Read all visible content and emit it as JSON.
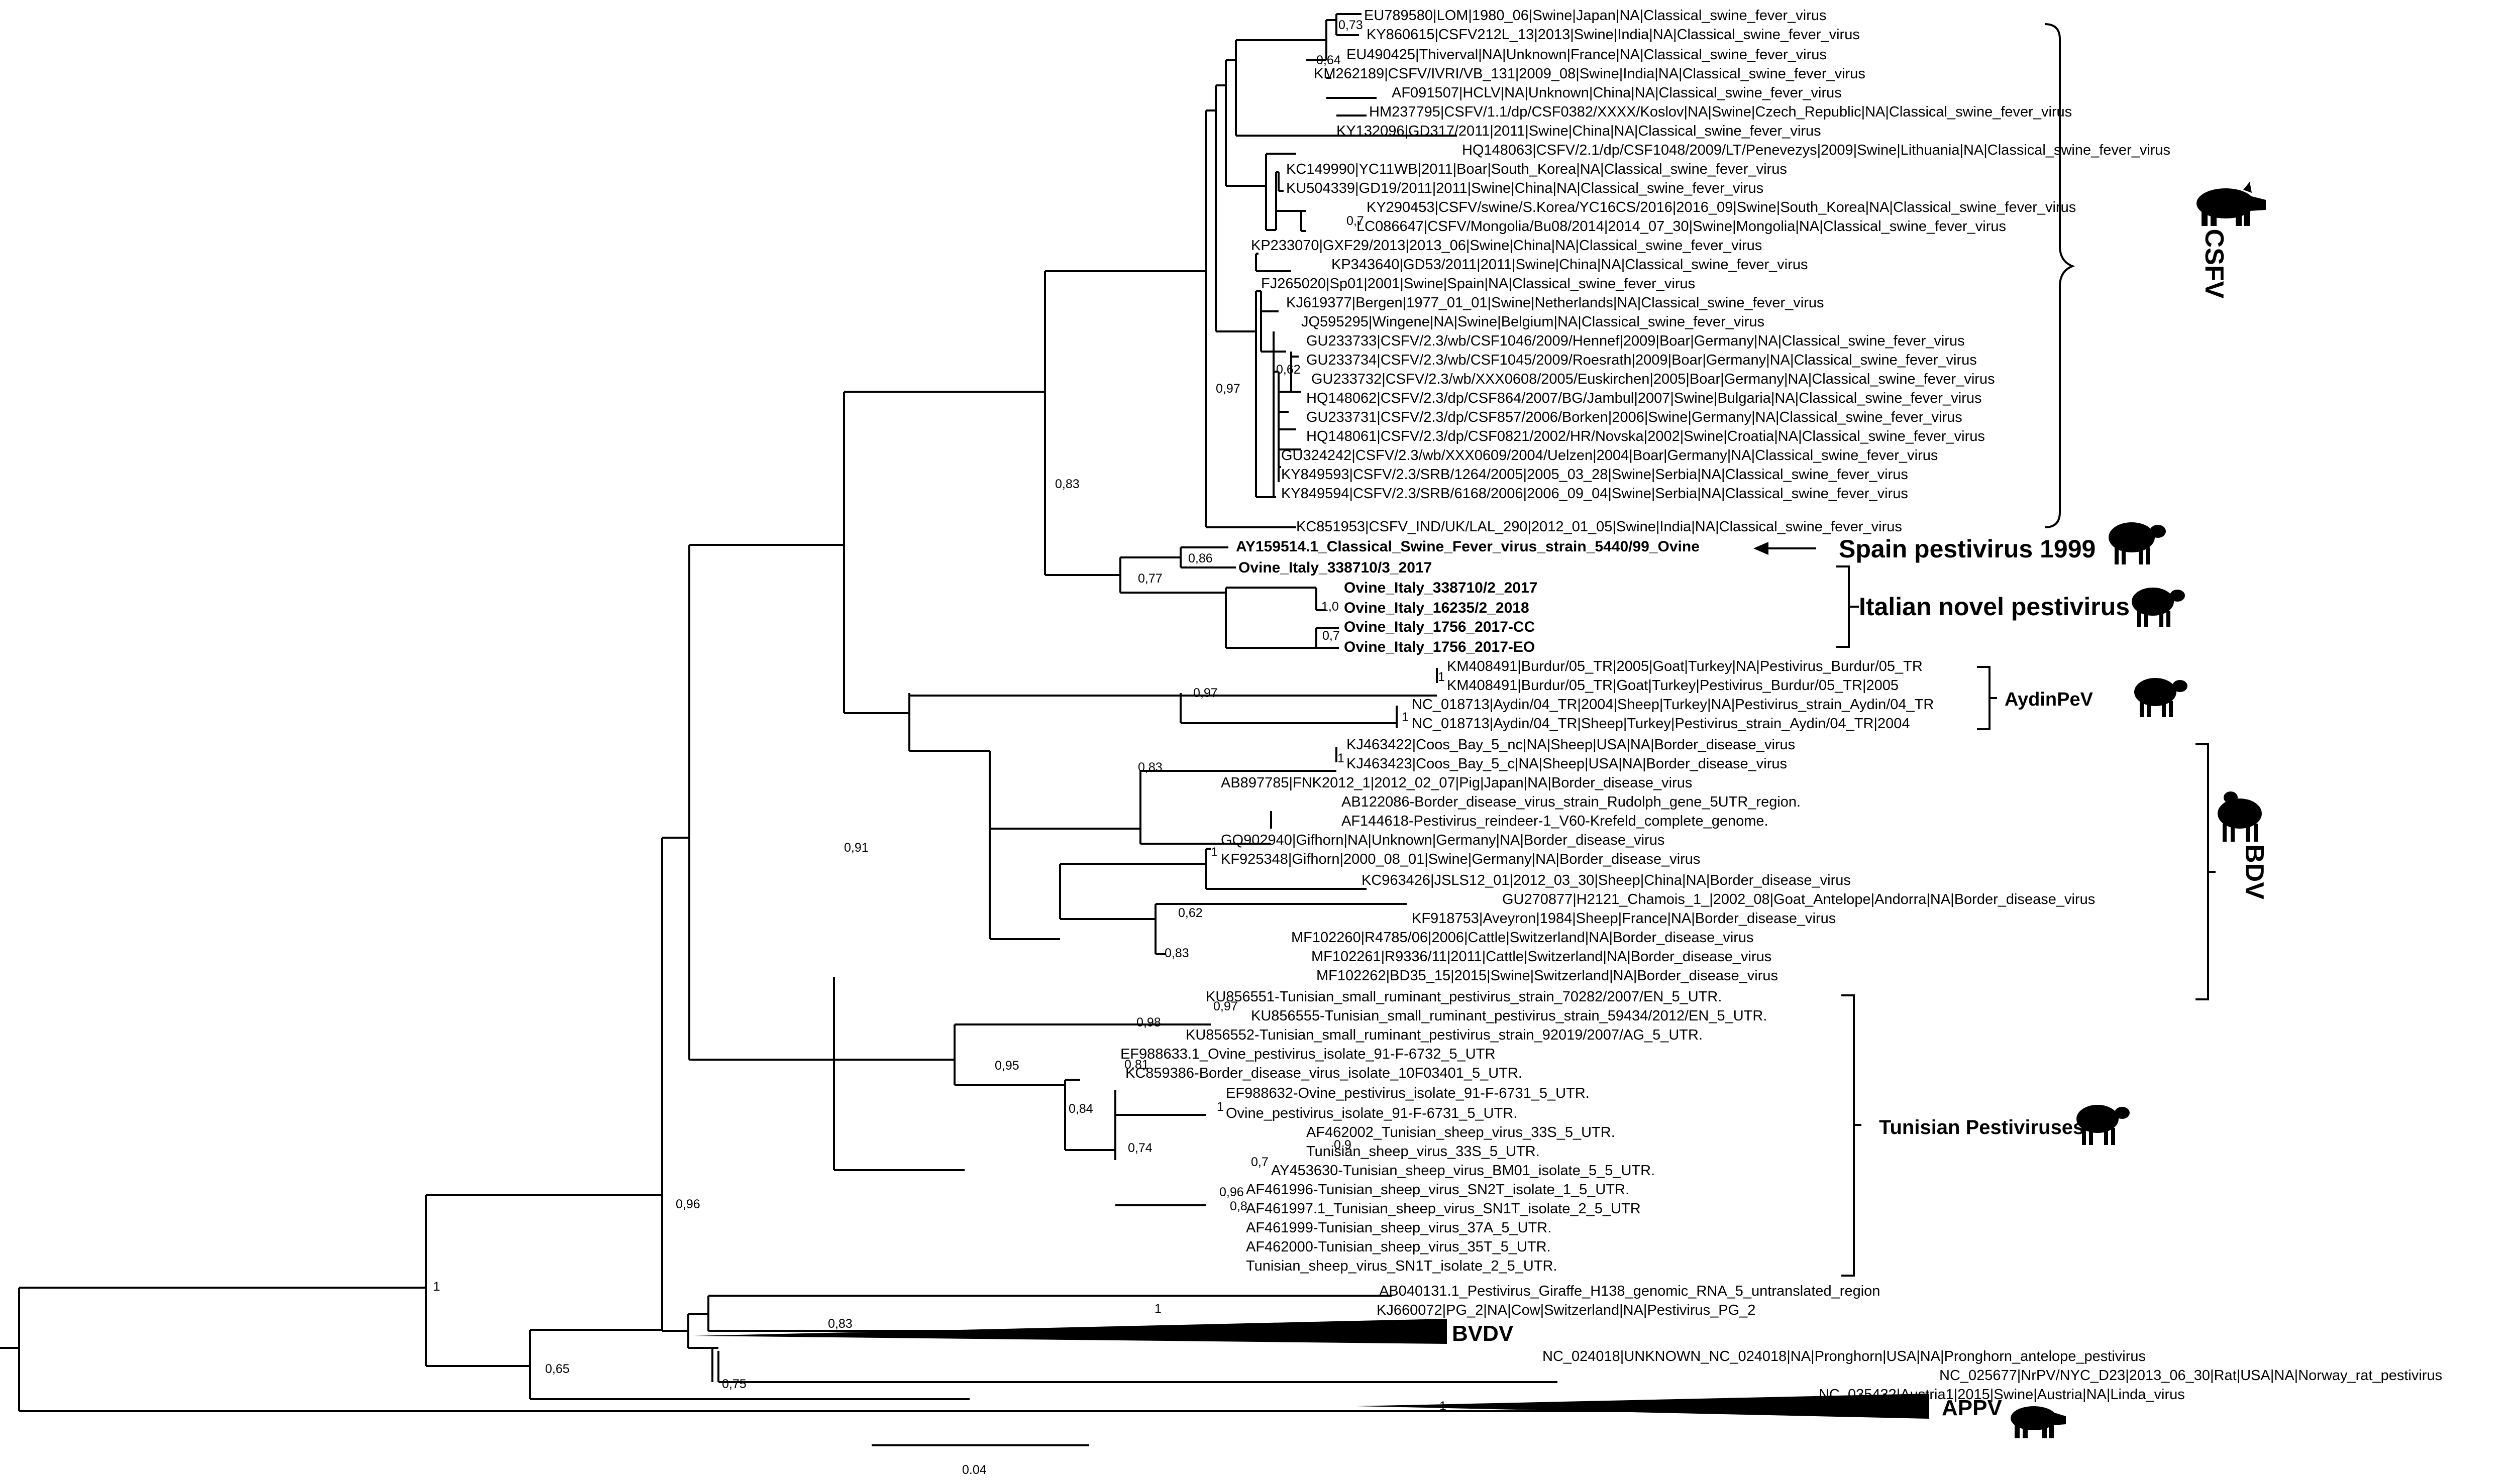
{
  "tips": {
    "t1": "EU789580|LOM|1980_06|Swine|Japan|NA|Classical_swine_fever_virus",
    "t2": "KY860615|CSFV212L_13|2013|Swine|India|NA|Classical_swine_fever_virus",
    "t3": "EU490425|Thiverval|NA|Unknown|France|NA|Classical_swine_fever_virus",
    "t4": "KM262189|CSFV/IVRI/VB_131|2009_08|Swine|India|NA|Classical_swine_fever_virus",
    "t5": "AF091507|HCLV|NA|Unknown|China|NA|Classical_swine_fever_virus",
    "t6": "HM237795|CSFV/1.1/dp/CSF0382/XXXX/Koslov|NA|Swine|Czech_Republic|NA|Classical_swine_fever_virus",
    "t7": "KY132096|GD317/2011|2011|Swine|China|NA|Classical_swine_fever_virus",
    "t8": "HQ148063|CSFV/2.1/dp/CSF1048/2009/LT/Penevezys|2009|Swine|Lithuania|NA|Classical_swine_fever_virus",
    "t9": "KC149990|YC11WB|2011|Boar|South_Korea|NA|Classical_swine_fever_virus",
    "t10": "KU504339|GD19/2011|2011|Swine|China|NA|Classical_swine_fever_virus",
    "t11": "KY290453|CSFV/swine/S.Korea/YC16CS/2016|2016_09|Swine|South_Korea|NA|Classical_swine_fever_virus",
    "t12": "LC086647|CSFV/Mongolia/Bu08/2014|2014_07_30|Swine|Mongolia|NA|Classical_swine_fever_virus",
    "t13": "KP233070|GXF29/2013|2013_06|Swine|China|NA|Classical_swine_fever_virus",
    "t14": "KP343640|GD53/2011|2011|Swine|China|NA|Classical_swine_fever_virus",
    "t15": "FJ265020|Sp01|2001|Swine|Spain|NA|Classical_swine_fever_virus",
    "t16": "KJ619377|Bergen|1977_01_01|Swine|Netherlands|NA|Classical_swine_fever_virus",
    "t17": "JQ595295|Wingene|NA|Swine|Belgium|NA|Classical_swine_fever_virus",
    "t18": "GU233733|CSFV/2.3/wb/CSF1046/2009/Hennef|2009|Boar|Germany|NA|Classical_swine_fever_virus",
    "t19": "GU233734|CSFV/2.3/wb/CSF1045/2009/Roesrath|2009|Boar|Germany|NA|Classical_swine_fever_virus",
    "t20": "GU233732|CSFV/2.3/wb/XXX0608/2005/Euskirchen|2005|Boar|Germany|NA|Classical_swine_fever_virus",
    "t21": "HQ148062|CSFV/2.3/dp/CSF864/2007/BG/Jambul|2007|Swine|Bulgaria|NA|Classical_swine_fever_virus",
    "t22": "GU233731|CSFV/2.3/dp/CSF857/2006/Borken|2006|Swine|Germany|NA|Classical_swine_fever_virus",
    "t23": "HQ148061|CSFV/2.3/dp/CSF0821/2002/HR/Novska|2002|Swine|Croatia|NA|Classical_swine_fever_virus",
    "t24": "GU324242|CSFV/2.3/wb/XXX0609/2004/Uelzen|2004|Boar|Germany|NA|Classical_swine_fever_virus",
    "t25": "KY849593|CSFV/2.3/SRB/1264/2005|2005_03_28|Swine|Serbia|NA|Classical_swine_fever_virus",
    "t26": "KY849594|CSFV/2.3/SRB/6168/2006|2006_09_04|Swine|Serbia|NA|Classical_swine_fever_virus",
    "t27": "KC851953|CSFV_IND/UK/LAL_290|2012_01_05|Swine|India|NA|Classical_swine_fever_virus",
    "t28": "AY159514.1_Classical_Swine_Fever_virus_strain_5440/99_Ovine",
    "t29": "Ovine_Italy_338710/3_2017",
    "t30": "Ovine_Italy_338710/2_2017",
    "t31": "Ovine_Italy_16235/2_2018",
    "t32": "Ovine_Italy_1756_2017-CC",
    "t33": "Ovine_Italy_1756_2017-EO",
    "t34": "KM408491|Burdur/05_TR|2005|Goat|Turkey|NA|Pestivirus_Burdur/05_TR",
    "t35": "KM408491|Burdur/05_TR|Goat|Turkey|Pestivirus_Burdur/05_TR|2005",
    "t36": "NC_018713|Aydin/04_TR|2004|Sheep|Turkey|NA|Pestivirus_strain_Aydin/04_TR",
    "t37": "NC_018713|Aydin/04_TR|Sheep|Turkey|Pestivirus_strain_Aydin/04_TR|2004",
    "t38": "KJ463422|Coos_Bay_5_nc|NA|Sheep|USA|NA|Border_disease_virus",
    "t39": "KJ463423|Coos_Bay_5_c|NA|Sheep|USA|NA|Border_disease_virus",
    "t40": "AB897785|FNK2012_1|2012_02_07|Pig|Japan|NA|Border_disease_virus",
    "t41": "AB122086-Border_disease_virus_strain_Rudolph_gene_5UTR_region.",
    "t42": "AF144618-Pestivirus_reindeer-1_V60-Krefeld_complete_genome.",
    "t43": "GQ902940|Gifhorn|NA|Unknown|Germany|NA|Border_disease_virus",
    "t44": "KF925348|Gifhorn|2000_08_01|Swine|Germany|NA|Border_disease_virus",
    "t45": "KC963426|JSLS12_01|2012_03_30|Sheep|China|NA|Border_disease_virus",
    "t46": "GU270877|H2121_Chamois_1_|2002_08|Goat_Antelope|Andorra|NA|Border_disease_virus",
    "t47": "KF918753|Aveyron|1984|Sheep|France|NA|Border_disease_virus",
    "t48": "MF102260|R4785/06|2006|Cattle|Switzerland|NA|Border_disease_virus",
    "t49": "MF102261|R9336/11|2011|Cattle|Switzerland|NA|Border_disease_virus",
    "t50": "MF102262|BD35_15|2015|Swine|Switzerland|NA|Border_disease_virus",
    "t51": "KU856551-Tunisian_small_ruminant_pestivirus_strain_70282/2007/EN_5_UTR.",
    "t52": "KU856555-Tunisian_small_ruminant_pestivirus_strain_59434/2012/EN_5_UTR.",
    "t53": "KU856552-Tunisian_small_ruminant_pestivirus_strain_92019/2007/AG_5_UTR.",
    "t54": "EF988633.1_Ovine_pestivirus_isolate_91-F-6732_5_UTR",
    "t55": "KC859386-Border_disease_virus_isolate_10F03401_5_UTR.",
    "t56": "EF988632-Ovine_pestivirus_isolate_91-F-6731_5_UTR.",
    "t57": "Ovine_pestivirus_isolate_91-F-6731_5_UTR.",
    "t58": "AF462002_Tunisian_sheep_virus_33S_5_UTR.",
    "t59": "Tunisian_sheep_virus_33S_5_UTR.",
    "t60": "AY453630-Tunisian_sheep_virus_BM01_isolate_5_5_UTR.",
    "t61": "AF461996-Tunisian_sheep_virus_SN2T_isolate_1_5_UTR.",
    "t62": "AF461997.1_Tunisian_sheep_virus_SN1T_isolate_2_5_UTR",
    "t63": "AF461999-Tunisian_sheep_virus_37A_5_UTR.",
    "t64": "AF462000-Tunisian_sheep_virus_35T_5_UTR.",
    "t65": "Tunisian_sheep_virus_SN1T_isolate_2_5_UTR.",
    "t66": "AB040131.1_Pestivirus_Giraffe_H138_genomic_RNA_5_untranslated_region",
    "t67": "KJ660072|PG_2|NA|Cow|Switzerland|NA|Pestivirus_PG_2",
    "t68": "NC_024018|UNKNOWN_NC_024018|NA|Pronghorn|USA|NA|Pronghorn_antelope_pestivirus",
    "t69": "NC_025677|NrPV/NYC_D23|2013_06_30|Rat|USA|NA|Norway_rat_pestivirus",
    "t70": "NC_035432|Austria1|2015|Swine|Austria|NA|Linda_virus"
  },
  "support": {
    "s1": "0,73",
    "s2": "0,64",
    "s3": "0,7",
    "s4": "0,62",
    "s5": "0,97",
    "s6": "0,83",
    "s7": "0,86",
    "s8": "0,77",
    "s9": "1,0",
    "s10": "0,7",
    "s11": "0,97",
    "s12": "0,83",
    "s13": "1",
    "s14": "1",
    "s15": "1",
    "s16": "1",
    "s17": "0,62",
    "s18": "0,83",
    "s19": "0,91",
    "s20": "0,97",
    "s21": "0,98",
    "s22": "0,95",
    "s23": "0,81",
    "s24": "0,84",
    "s25": "1",
    "s26": "0,74",
    "s27": "0,9",
    "s28": "0,7",
    "s29": "0,96",
    "s30": "0,8",
    "s31": "0,96",
    "s32": "1",
    "s33": "1",
    "s34": "0,83",
    "s35": "0,65",
    "s36": "0,75",
    "s37": "1"
  },
  "clades": {
    "csfv": "CSFV",
    "spain": "Spain pestivirus 1999",
    "italian": "Italian novel pestivirus",
    "aydin": "AydinPeV",
    "bdv": "BDV",
    "tunisian": "Tunisian Pestiviruses",
    "bvdv": "BVDV",
    "appv": "APPV"
  },
  "scale": {
    "label": "0.04"
  },
  "icons": {
    "csfv": "pig-icon",
    "spain": "sheep-icon",
    "italian": "sheep-icon",
    "aydin": "sheep-icon",
    "bdv": "sheep-icon",
    "tunisian": "sheep-icon",
    "appv": "pig-icon"
  }
}
